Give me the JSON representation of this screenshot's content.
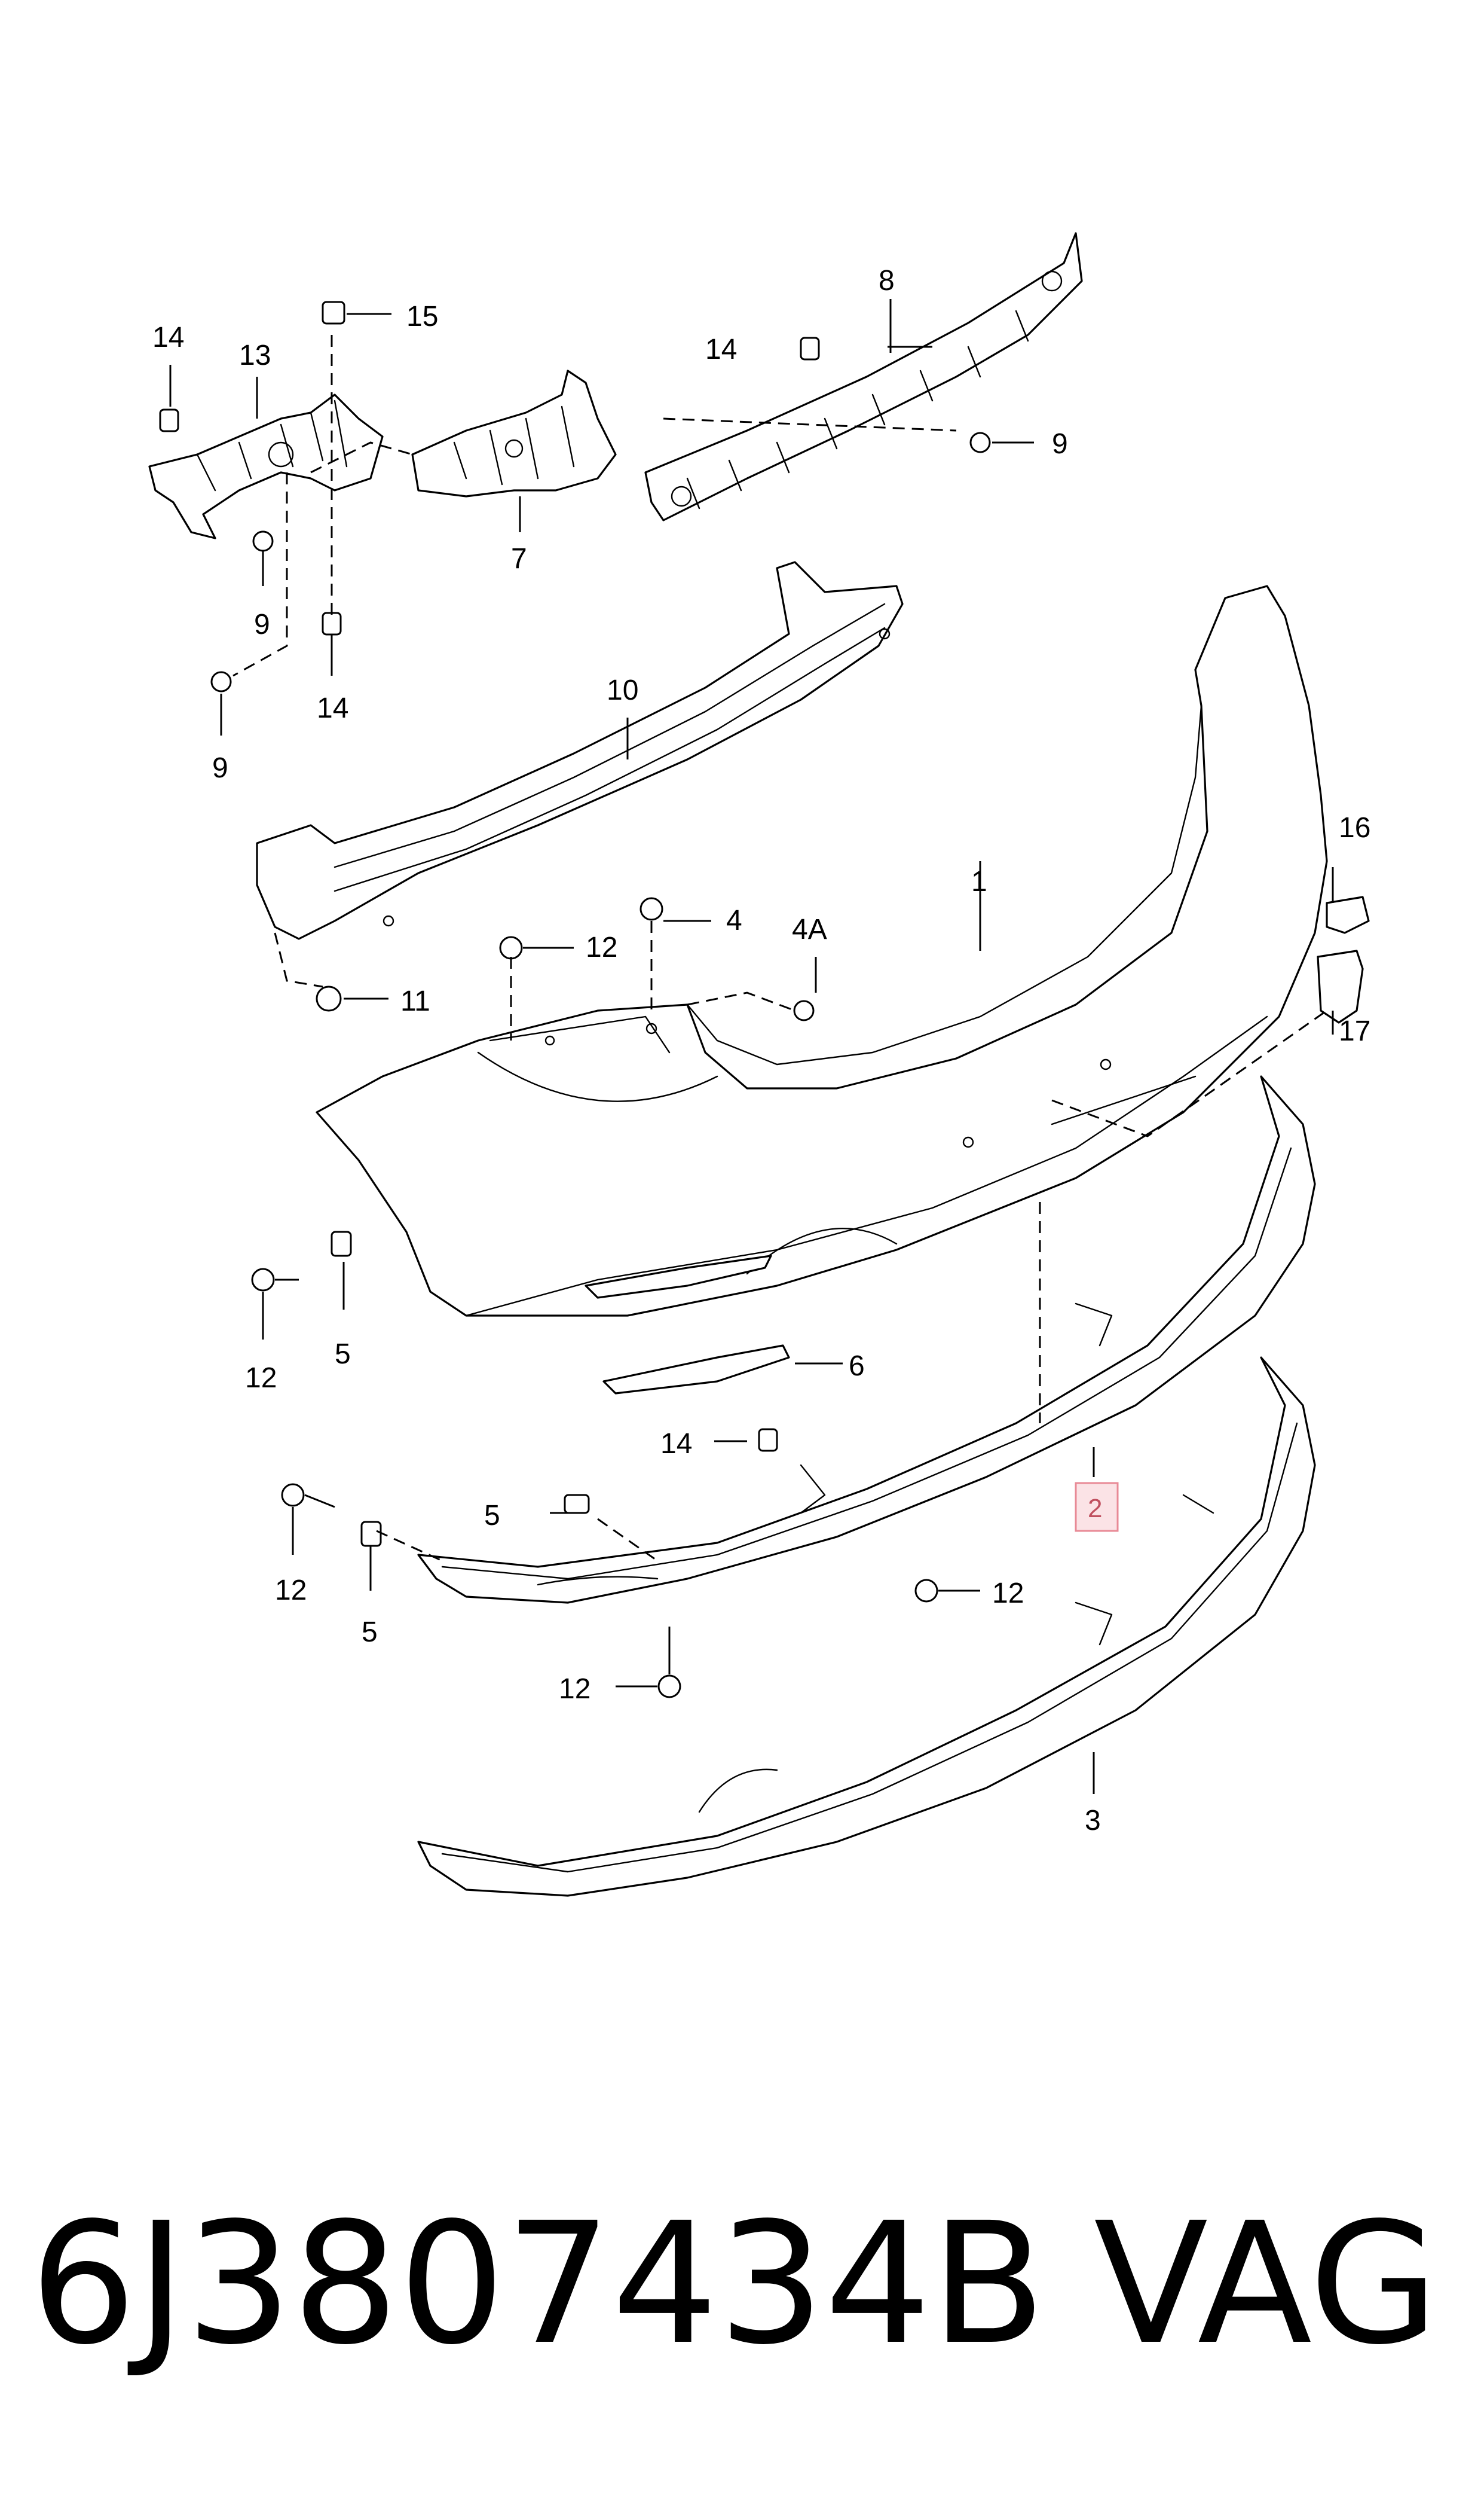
{
  "diagram": {
    "callouts": {
      "c1": "1",
      "c2": "2",
      "c3": "3",
      "c4": "4",
      "c4a": "4A",
      "c5a": "5",
      "c5b": "5",
      "c5c": "5",
      "c6": "6",
      "c7": "7",
      "c8": "8",
      "c9a": "9",
      "c9b": "9",
      "c9c": "9",
      "c10": "10",
      "c11": "11",
      "c12a": "12",
      "c12b": "12",
      "c12c": "12",
      "c12d": "12",
      "c12e": "12",
      "c13": "13",
      "c14a": "14",
      "c14b": "14",
      "c14c": "14",
      "c14d": "14",
      "c15": "15",
      "c16": "16",
      "c17": "17"
    },
    "highlighted_callout": "2",
    "highlight_color": "#e88a96"
  },
  "caption": {
    "part_number": "6J3807434B",
    "brand": "VAG"
  }
}
